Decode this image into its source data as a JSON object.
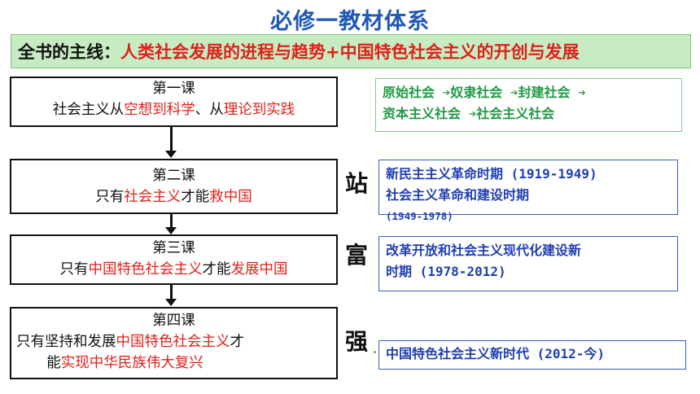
{
  "title": "必修一教材体系",
  "mainline": {
    "label": "全书的主线：",
    "text": "人类社会发展的进程与趋势+中国特色社会主义的开创与发展"
  },
  "lessons": [
    {
      "name": "第一课",
      "pre": "社会主义从",
      "red1": "空想到科学",
      "mid": "、从",
      "red2": "理论到实践",
      "post": ""
    },
    {
      "name": "第二课",
      "pre": "只有",
      "red1": "社会主义",
      "mid": "才能",
      "red2": "救中国",
      "post": ""
    },
    {
      "name": "第三课",
      "pre": "只有",
      "red1": "中国特色社会主义",
      "mid": "才能",
      "red2": "发展中国",
      "post": ""
    },
    {
      "name": "第四课",
      "pre": "只有坚持和发展",
      "red1": "中国特色社会主义",
      "mid": "才",
      "line3pre": "能",
      "red2": "实现中华民族伟大复兴",
      "post": ""
    }
  ],
  "stages": {
    "stand": "站",
    "rich": "富",
    "strong": "强"
  },
  "side_boxes": {
    "society": {
      "line1": "原始社会 ➔奴隶社会 ➔封建社会 ➔",
      "line2": "资本主义社会 ➔社会主义社会"
    },
    "stand": {
      "line1": "新民主主义革命时期 (1919-1949)",
      "line2": "社会主义革命和建设时期",
      "line2_small": "(1949-1978)"
    },
    "rich": {
      "line1": "改革开放和社会主义现代化建设新",
      "line2": "时期 (1978-2012)"
    },
    "strong": {
      "line1": "中国特色社会主义新时代 (2012-今)"
    }
  },
  "colors": {
    "title": "#1f57b4",
    "red": "#e0201a",
    "mainline_bg": "#c7ecc4",
    "green_text": "#1f9a44",
    "blue_text": "#1f3fb0"
  }
}
